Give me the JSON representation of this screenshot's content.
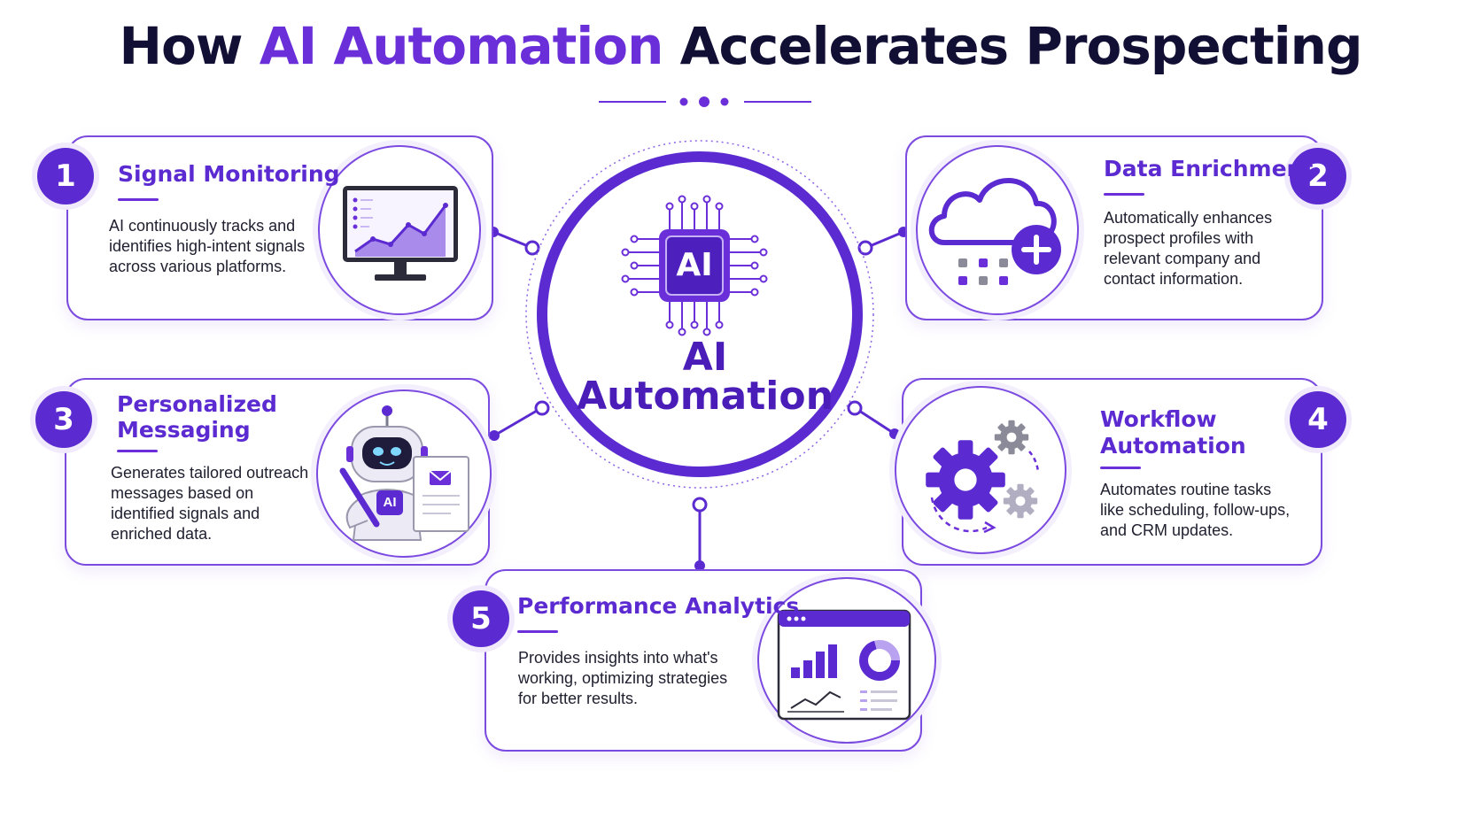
{
  "title": {
    "part1": "How ",
    "accent": "AI Automation",
    "part2": " Accelerates Prospecting"
  },
  "center": {
    "chip_label": "AI",
    "label_line1": "AI",
    "label_line2": "Automation"
  },
  "steps": [
    {
      "number": "1",
      "title_line1": "Signal Monitoring",
      "title_line2": "",
      "description": [
        "AI continuously tracks and",
        "identifies high-intent signals",
        "across various platforms."
      ],
      "icon": "monitor-chart-icon"
    },
    {
      "number": "2",
      "title_line1": "Data Enrichment",
      "title_line2": "",
      "description": [
        "Automatically enhances",
        "prospect profiles with",
        "relevant company and",
        "contact information."
      ],
      "icon": "cloud-plus-icon"
    },
    {
      "number": "3",
      "title_line1": "Personalized",
      "title_line2": "Messaging",
      "description": [
        "Generates tailored outreach",
        "messages based on",
        "identified signals and",
        "enriched data."
      ],
      "icon": "robot-writing-icon",
      "robot_label": "AI"
    },
    {
      "number": "4",
      "title_line1": "Workflow",
      "title_line2": "Automation",
      "description": [
        "Automates routine tasks",
        "like scheduling, follow-ups,",
        "and CRM updates."
      ],
      "icon": "gears-icon"
    },
    {
      "number": "5",
      "title_line1": "Performance Analytics",
      "title_line2": "",
      "description": [
        "Provides insights into what's",
        "working, optimizing strategies",
        "for better results."
      ],
      "icon": "analytics-dashboard-icon"
    }
  ],
  "colors": {
    "primary": "#5b2bd1",
    "accent": "#6a2fd8",
    "light": "#f1eafd",
    "title": "#120f35"
  }
}
